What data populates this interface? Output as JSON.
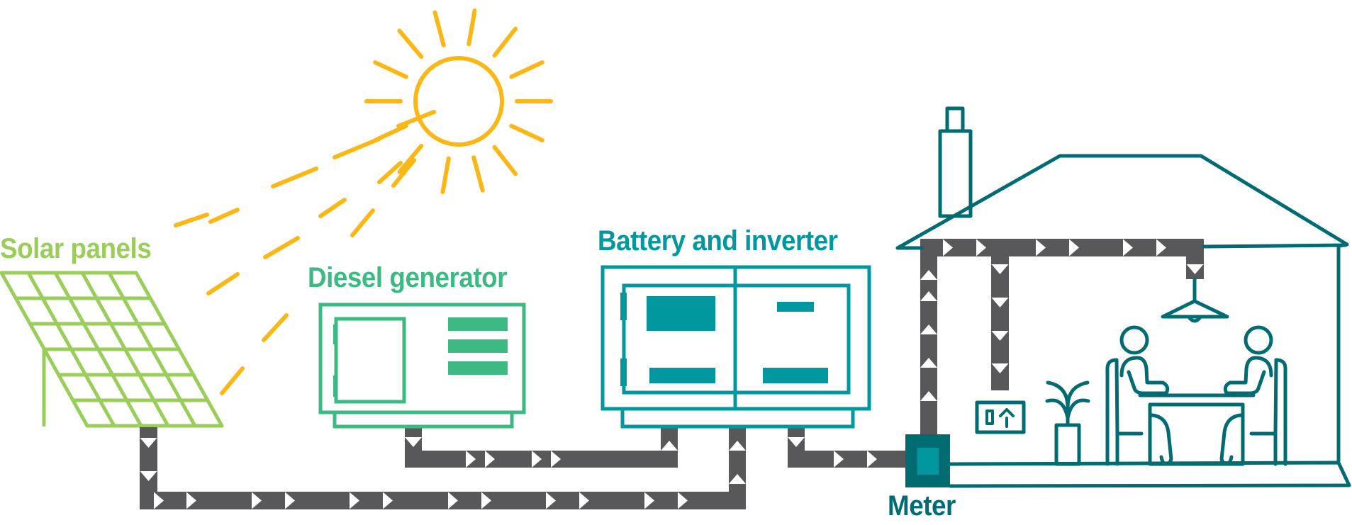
{
  "title": "Off-grid power system diagram",
  "colors": {
    "sun": "#fbb716",
    "solar": "#9acd5a",
    "diesel": "#3dba84",
    "battery": "#00979f",
    "house": "#006c72",
    "wire": "#58585a",
    "arrow": "#ffffff",
    "meter_inner": "#00979f"
  },
  "labels": {
    "solar": "Solar panels",
    "diesel": "Diesel generator",
    "battery": "Battery and inverter",
    "meter": "Meter"
  },
  "components": [
    {
      "id": "sun",
      "name": "Sun",
      "icon": "sun-icon"
    },
    {
      "id": "solar",
      "name": "Solar panels",
      "icon": "solar-panel-icon",
      "grid": {
        "columns": 5,
        "rows": 6
      }
    },
    {
      "id": "diesel",
      "name": "Diesel generator",
      "icon": "generator-icon"
    },
    {
      "id": "battery",
      "name": "Battery and inverter",
      "icon": "battery-inverter-icon"
    },
    {
      "id": "meter",
      "name": "Meter",
      "icon": "meter-icon"
    },
    {
      "id": "house",
      "name": "House",
      "icon": "house-icon",
      "contents": [
        "power-outlet",
        "ceiling-lamp",
        "plant",
        "table",
        "two-people-seated"
      ]
    }
  ],
  "flows": [
    {
      "from": "Solar panels",
      "to": "Battery and inverter",
      "direction": "right"
    },
    {
      "from": "Diesel generator",
      "to": "Battery and inverter",
      "direction": "right"
    },
    {
      "from": "Battery and inverter",
      "to": "Meter",
      "direction": "right"
    },
    {
      "from": "Meter",
      "to": "House",
      "direction": "up"
    },
    {
      "from": "House wiring",
      "to": "Power outlet",
      "direction": "down"
    },
    {
      "from": "House wiring",
      "to": "Ceiling lamp",
      "direction": "down"
    }
  ]
}
